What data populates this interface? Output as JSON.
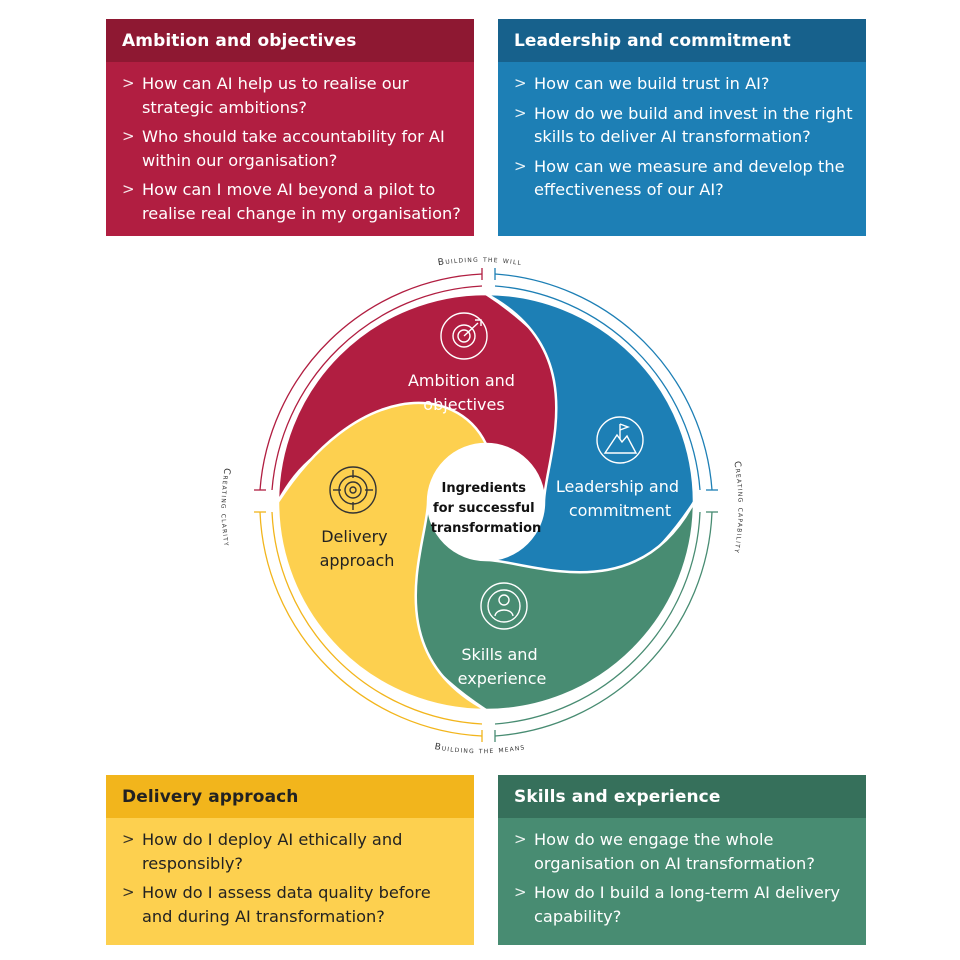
{
  "colors": {
    "ambition": "#b11e41",
    "leadership": "#1d7fb5",
    "delivery": "#fdd04f",
    "skills": "#488c72"
  },
  "panels": {
    "ambition": {
      "title": "Ambition and objectives",
      "items": [
        "How can AI help us to realise our strategic ambitions?",
        "Who should take accountability for AI within our organisation?",
        "How can I move AI beyond a pilot to realise real change in my organisation?"
      ]
    },
    "leadership": {
      "title": "Leadership and commitment",
      "items": [
        "How can we build trust in AI?",
        "How do we build and invest in the right skills to deliver AI transformation?",
        "How can we measure and develop the effectiveness of our AI?"
      ]
    },
    "delivery": {
      "title": "Delivery approach",
      "items": [
        "How do I deploy AI ethically and responsibly?",
        "How do I assess data quality before and during AI transformation?"
      ]
    },
    "skills": {
      "title": "Skills and experience",
      "items": [
        "How do we engage the whole organisation on AI transformation?",
        "How do I build a long-term AI delivery capability?"
      ]
    }
  },
  "wheel": {
    "center": [
      "Ingredients",
      "for successful",
      "transformation"
    ],
    "segments": {
      "ambition": {
        "label": [
          "Ambition and",
          "objectives"
        ],
        "icon": "target-icon"
      },
      "leadership": {
        "label": [
          "Leadership and",
          "commitment"
        ],
        "icon": "mountain-flag-icon"
      },
      "skills": {
        "label": [
          "Skills and",
          "experience"
        ],
        "icon": "person-network-icon"
      },
      "delivery": {
        "label": [
          "Delivery",
          "approach"
        ],
        "icon": "crosshair-icon"
      }
    },
    "arcs": {
      "top": "Building the will",
      "bottom": "Building the means",
      "left": "Creating clarity",
      "right": "Creating capability"
    }
  }
}
